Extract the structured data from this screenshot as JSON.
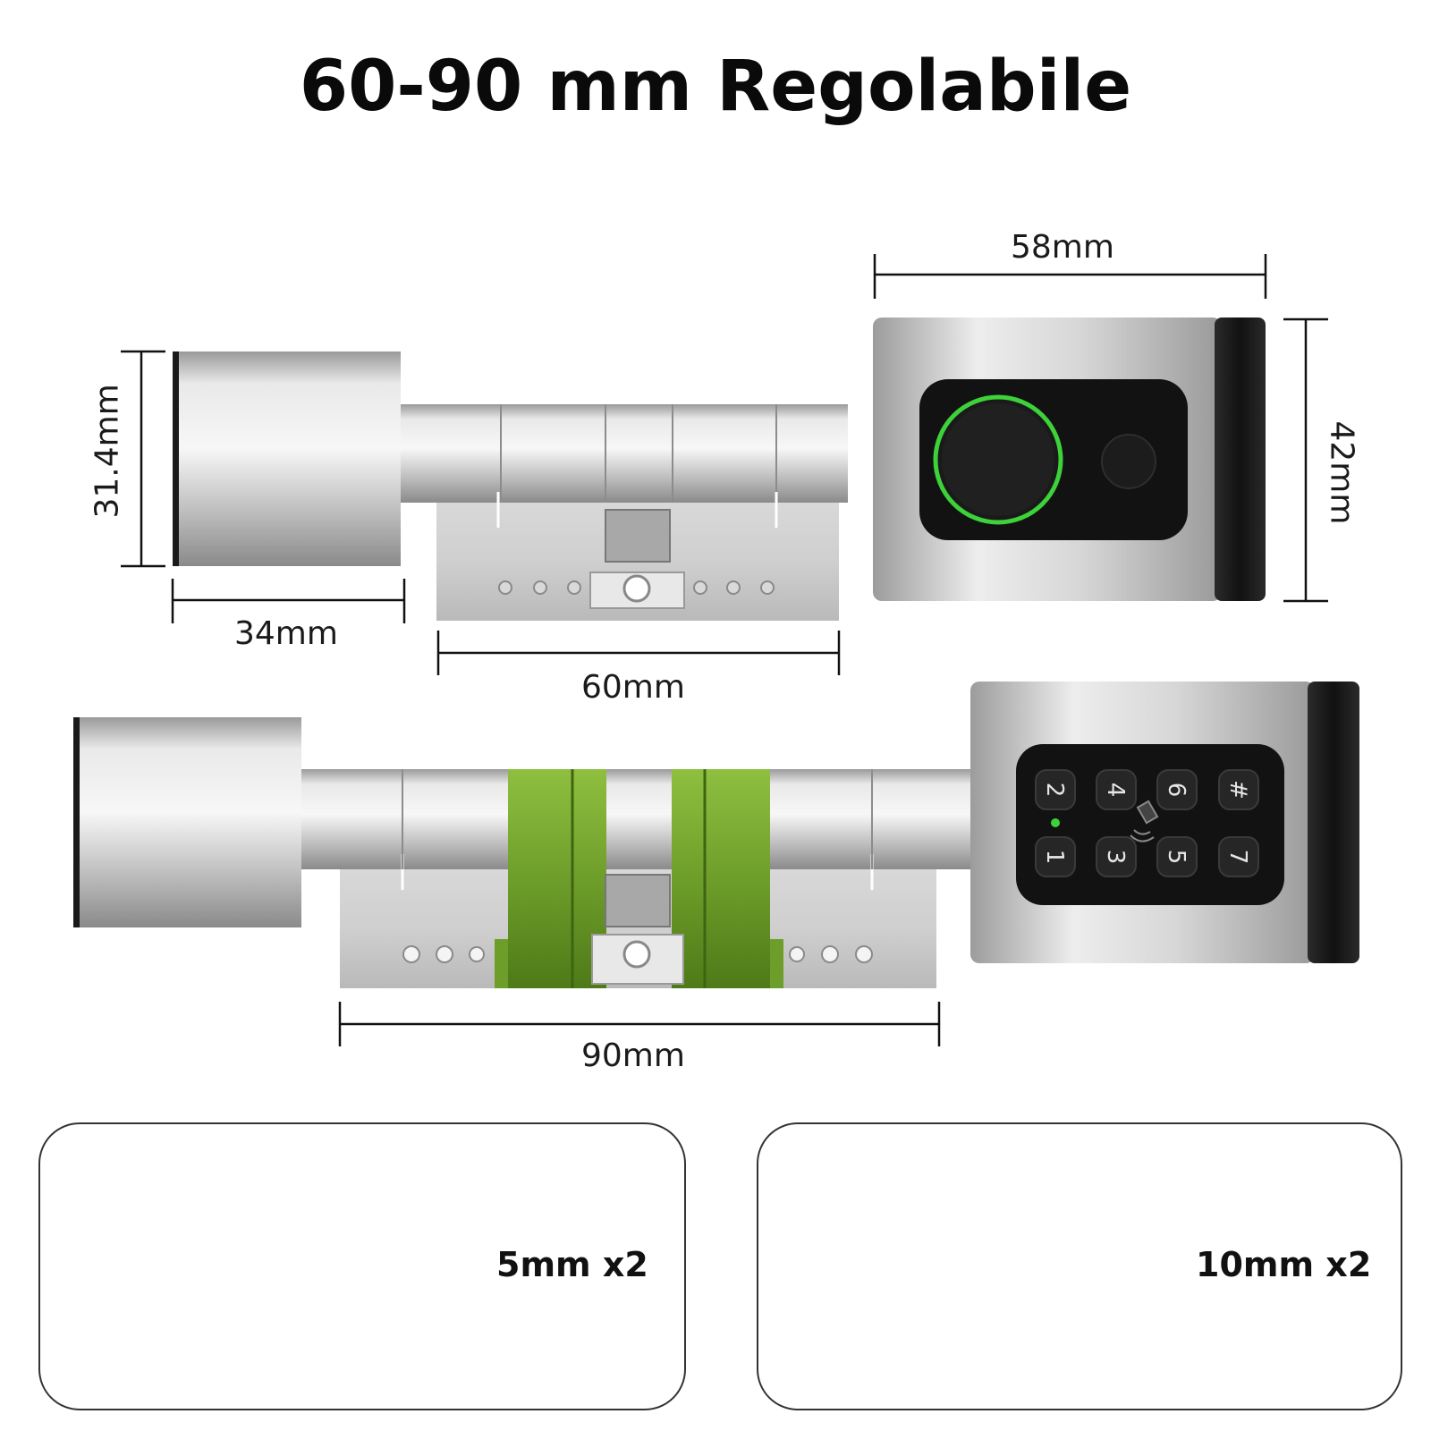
{
  "title": "60-90 mm Regolabile",
  "dimensions": {
    "knob_length": "34mm",
    "knob_diameter": "31.4mm",
    "body_60": "60mm",
    "body_90": "90mm",
    "smart_width": "58mm",
    "smart_height": "42mm"
  },
  "keypad": {
    "keys": [
      "2",
      "4",
      "6",
      "#",
      "1",
      "3",
      "5",
      "7"
    ]
  },
  "kits": [
    {
      "label": "5mm x2"
    },
    {
      "label": "10mm x2"
    }
  ],
  "colors": {
    "accent_green": "#6fa32a",
    "ring_green": "#3dd13a",
    "metal": "#c4c4c4",
    "dark": "#151515"
  },
  "icons": [
    "fingerprint-ring-icon",
    "nfc-icon"
  ]
}
